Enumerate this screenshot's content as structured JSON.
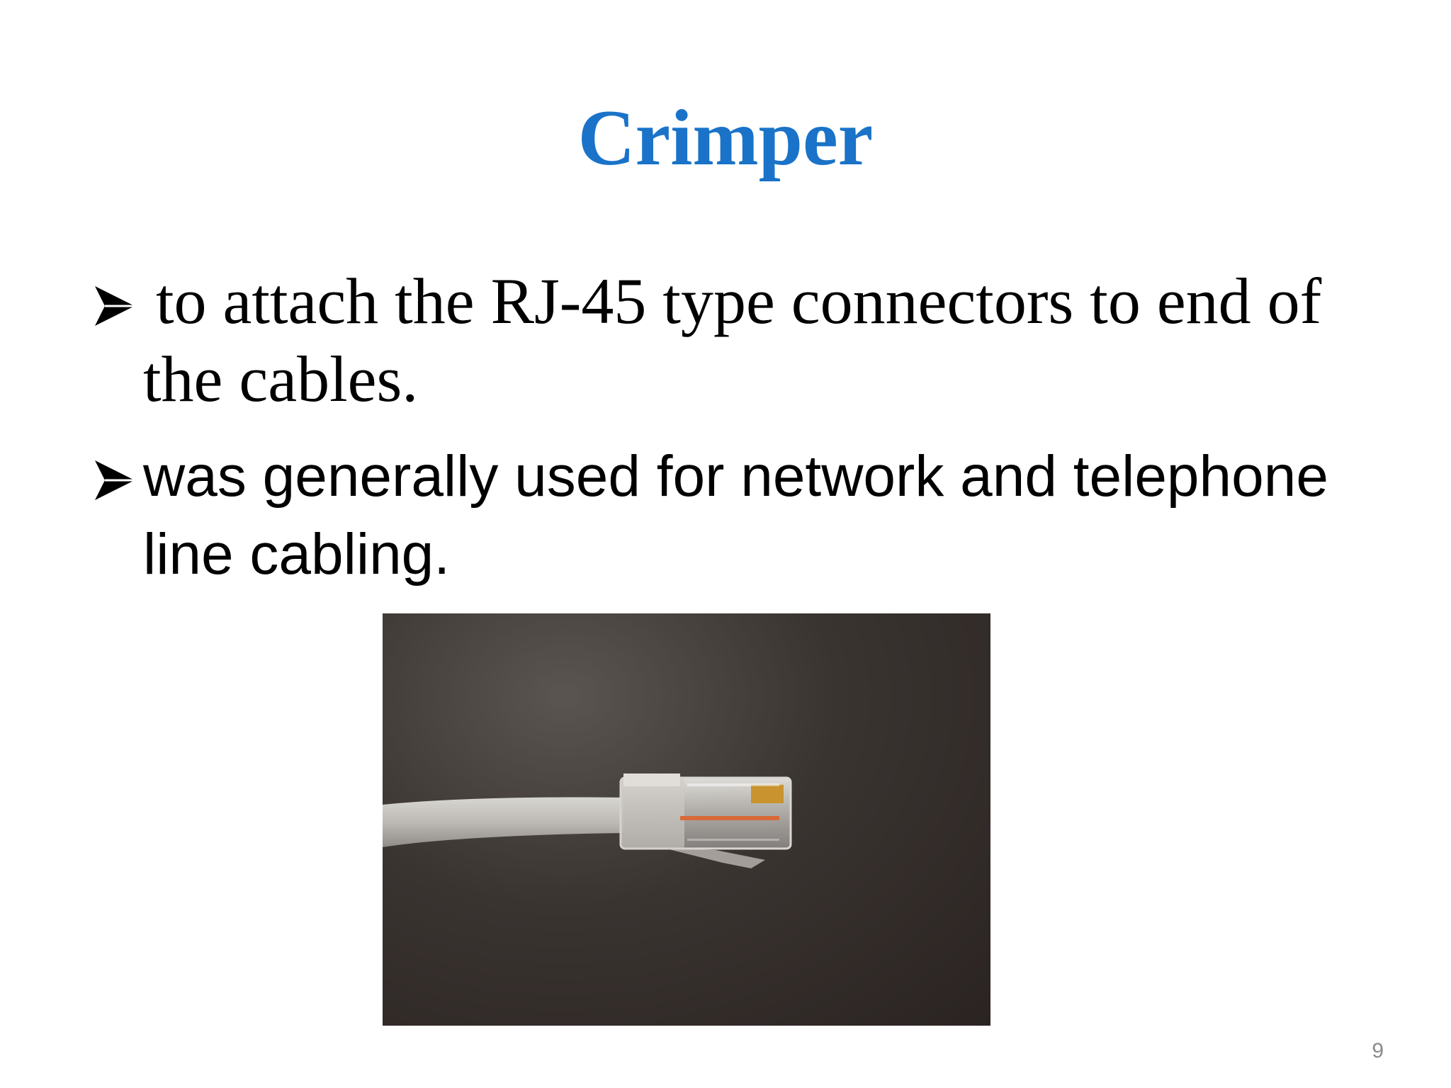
{
  "slide": {
    "title": "Crimper",
    "bullets": [
      {
        "text": "to attach the RJ-45 type connectors to end of the cables."
      },
      {
        "text": "was generally used for network and telephone line cabling."
      }
    ],
    "image": {
      "icon": "rj45-connector-photo"
    },
    "page_number": "9"
  },
  "colors": {
    "title": "#1a73c8",
    "text": "#000000",
    "page_number": "#8a8a8a"
  }
}
